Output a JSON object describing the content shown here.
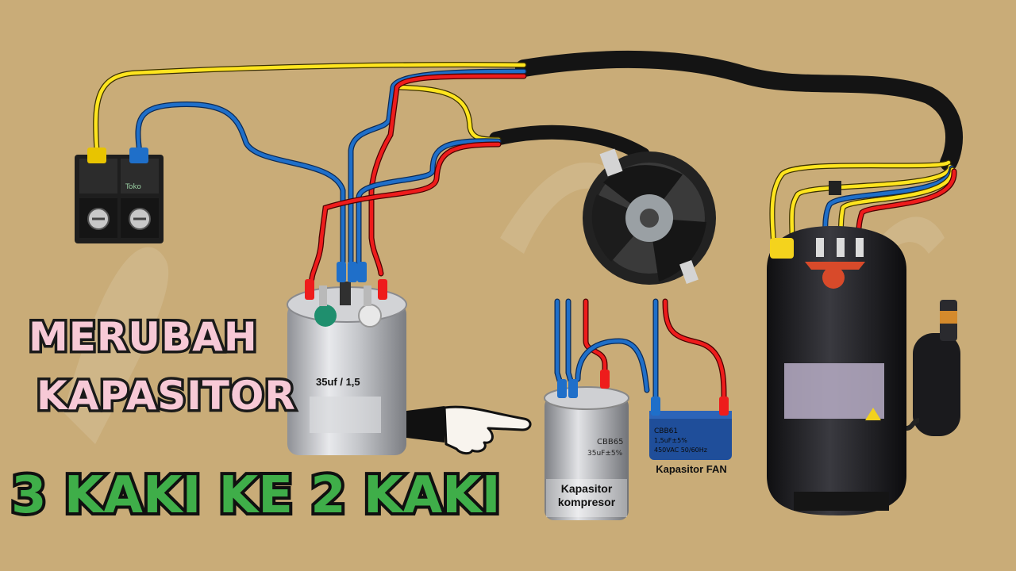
{
  "colors": {
    "background": "#c9ac78",
    "wire_yellow": "#ffe51f",
    "wire_blue": "#1f6fc9",
    "wire_red": "#ee1c1c",
    "cable_black": "#141414",
    "title_pink": "#f7c9d6",
    "title_green": "#3fae49"
  },
  "headline": {
    "line1": "MERUBAH",
    "line2": "KAPASITOR",
    "line3": "3 KAKI KE 2 KAKI"
  },
  "capacitor_large": {
    "label": "35uf / 1,5"
  },
  "capacitor_compressor": {
    "model": "CBB65",
    "rating": "35uF±5%",
    "caption": "Kapasitor kompresor"
  },
  "capacitor_fan": {
    "model": "CBB61",
    "rating": "1,5uF±5%",
    "voltage": "450VAC 50/60Hz",
    "caption": "Kapasitor FAN"
  },
  "terminal_block": {
    "brand": "Toko"
  },
  "icons": [
    "terminal-block-icon",
    "fan-motor-icon",
    "compressor-icon",
    "pointing-hand-icon"
  ]
}
